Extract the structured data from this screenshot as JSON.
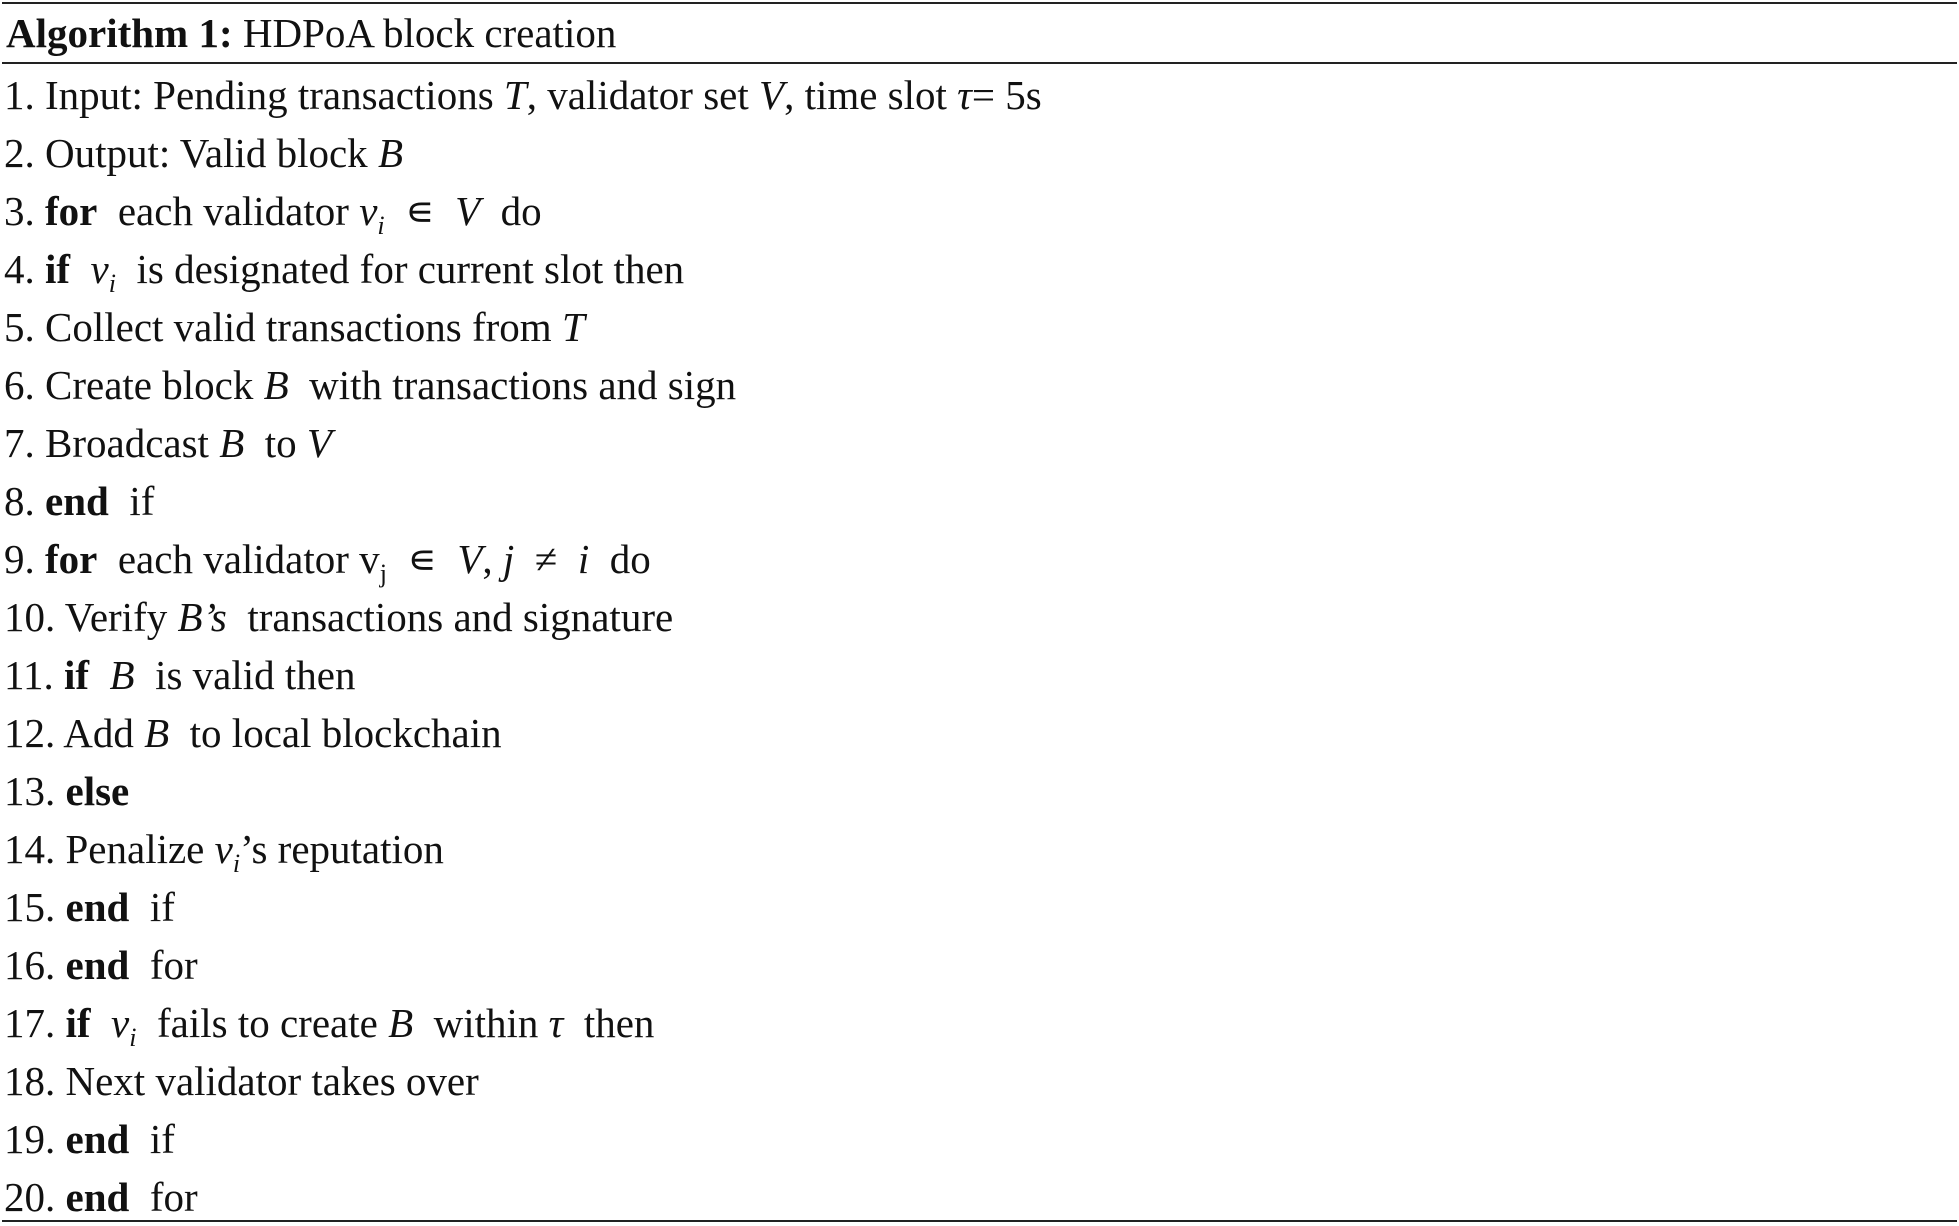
{
  "algorithm": {
    "label": "Algorithm 1:",
    "title": "HDPoA block creation",
    "lines": [
      [
        {
          "t": "1. Input: Pending transactions "
        },
        {
          "t": "T",
          "s": "i"
        },
        {
          "t": ", validator set "
        },
        {
          "t": "V",
          "s": "i"
        },
        {
          "t": ", time slot "
        },
        {
          "t": "τ",
          "s": "i"
        },
        {
          "t": "= 5s"
        }
      ],
      [
        {
          "t": "2. Output: Valid block "
        },
        {
          "t": "B",
          "s": "i"
        }
      ],
      [
        {
          "t": "3. "
        },
        {
          "t": "for",
          "s": "b"
        },
        {
          "t": "  each validator "
        },
        {
          "t": "v",
          "s": "i"
        },
        {
          "t": "i",
          "s": "isub"
        },
        {
          "t": "  ∊  "
        },
        {
          "t": "V",
          "s": "i"
        },
        {
          "t": "  do"
        }
      ],
      [
        {
          "t": "4. "
        },
        {
          "t": "if",
          "s": "b"
        },
        {
          "t": "  "
        },
        {
          "t": "v",
          "s": "i"
        },
        {
          "t": "i",
          "s": "isub"
        },
        {
          "t": "  is designated for current slot then"
        }
      ],
      [
        {
          "t": "5. Collect valid transactions from "
        },
        {
          "t": "T",
          "s": "i"
        }
      ],
      [
        {
          "t": "6. Create block "
        },
        {
          "t": "B",
          "s": "i"
        },
        {
          "t": "  with transactions and sign"
        }
      ],
      [
        {
          "t": "7. Broadcast "
        },
        {
          "t": "B",
          "s": "i"
        },
        {
          "t": "  to "
        },
        {
          "t": "V",
          "s": "i"
        }
      ],
      [
        {
          "t": "8. "
        },
        {
          "t": "end",
          "s": "b"
        },
        {
          "t": "  if"
        }
      ],
      [
        {
          "t": "9. "
        },
        {
          "t": "for",
          "s": "b"
        },
        {
          "t": "  each validator v"
        },
        {
          "t": "j",
          "s": "sub"
        },
        {
          "t": "  ∊  "
        },
        {
          "t": "V",
          "s": "i"
        },
        {
          "t": ", "
        },
        {
          "t": "j",
          "s": "i"
        },
        {
          "t": "  ≠  "
        },
        {
          "t": "i",
          "s": "i"
        },
        {
          "t": "  do"
        }
      ],
      [
        {
          "t": "10. Verify "
        },
        {
          "t": "B’s",
          "s": "i"
        },
        {
          "t": "  transactions and signature"
        }
      ],
      [
        {
          "t": "11. "
        },
        {
          "t": "if",
          "s": "b"
        },
        {
          "t": "  "
        },
        {
          "t": "B",
          "s": "i"
        },
        {
          "t": "  is valid then"
        }
      ],
      [
        {
          "t": "12. Add "
        },
        {
          "t": "B",
          "s": "i"
        },
        {
          "t": "  to local blockchain"
        }
      ],
      [
        {
          "t": "13. "
        },
        {
          "t": "else",
          "s": "b"
        }
      ],
      [
        {
          "t": "14. Penalize "
        },
        {
          "t": "v",
          "s": "i"
        },
        {
          "t": "i",
          "s": "isub"
        },
        {
          "t": "’s reputation"
        }
      ],
      [
        {
          "t": "15. "
        },
        {
          "t": "end",
          "s": "b"
        },
        {
          "t": "  if"
        }
      ],
      [
        {
          "t": "16. "
        },
        {
          "t": "end",
          "s": "b"
        },
        {
          "t": "  for"
        }
      ],
      [
        {
          "t": "17. "
        },
        {
          "t": "if",
          "s": "b"
        },
        {
          "t": "  "
        },
        {
          "t": "v",
          "s": "i"
        },
        {
          "t": "i",
          "s": "isub"
        },
        {
          "t": "  fails to create "
        },
        {
          "t": "B",
          "s": "i"
        },
        {
          "t": "  within "
        },
        {
          "t": "τ",
          "s": "i"
        },
        {
          "t": "  then"
        }
      ],
      [
        {
          "t": "18. Next validator takes over"
        }
      ],
      [
        {
          "t": "19. "
        },
        {
          "t": "end",
          "s": "b"
        },
        {
          "t": "  if"
        }
      ],
      [
        {
          "t": "20. "
        },
        {
          "t": "end",
          "s": "b"
        },
        {
          "t": "  for"
        }
      ]
    ]
  }
}
